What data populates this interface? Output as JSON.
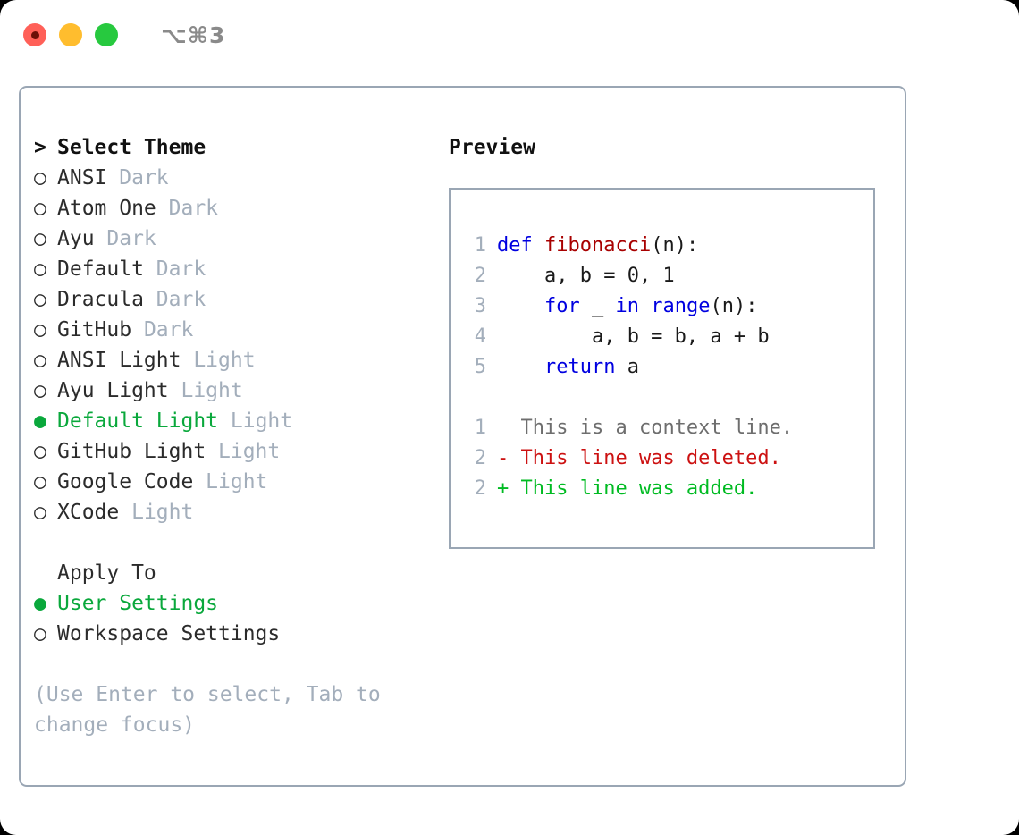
{
  "window": {
    "shortcut": "⌥⌘3",
    "traffic_lights": [
      {
        "name": "close",
        "color": "#ff6058"
      },
      {
        "name": "minimize",
        "color": "#ffbd2e"
      },
      {
        "name": "zoom",
        "color": "#27c93f"
      }
    ]
  },
  "colors": {
    "accent_green": "#0aa83c",
    "muted": "#a3aebb",
    "border": "#9aa6b4",
    "keyword_blue": "#0000e0",
    "function_red": "#a80000",
    "diff_deleted": "#cc1111",
    "diff_added": "#00bb22",
    "diff_context": "#6e6e6e"
  },
  "theme_section": {
    "header_prefix": ">",
    "header": "Select Theme",
    "marker_selected": "●",
    "marker_unselected": "○",
    "items": [
      {
        "name": "ANSI",
        "badge": "Dark",
        "selected": false
      },
      {
        "name": "Atom One",
        "badge": "Dark",
        "selected": false
      },
      {
        "name": "Ayu",
        "badge": "Dark",
        "selected": false
      },
      {
        "name": "Default",
        "badge": "Dark",
        "selected": false
      },
      {
        "name": "Dracula",
        "badge": "Dark",
        "selected": false
      },
      {
        "name": "GitHub",
        "badge": "Dark",
        "selected": false
      },
      {
        "name": "ANSI Light",
        "badge": "Light",
        "selected": false
      },
      {
        "name": "Ayu Light",
        "badge": "Light",
        "selected": false
      },
      {
        "name": "Default Light",
        "badge": "Light",
        "selected": true
      },
      {
        "name": "GitHub Light",
        "badge": "Light",
        "selected": false
      },
      {
        "name": "Google Code",
        "badge": "Light",
        "selected": false
      },
      {
        "name": "XCode",
        "badge": "Light",
        "selected": false
      }
    ]
  },
  "apply_section": {
    "header": "Apply To",
    "items": [
      {
        "name": "User Settings",
        "selected": true
      },
      {
        "name": "Workspace Settings",
        "selected": false
      }
    ]
  },
  "hint": "(Use Enter to select, Tab to change focus)",
  "preview": {
    "title": "Preview",
    "code_lines": [
      {
        "no": "1",
        "tokens": [
          {
            "t": "def ",
            "c": "kw"
          },
          {
            "t": "fibonacci",
            "c": "fn"
          },
          {
            "t": "(n):",
            "c": "plain"
          }
        ]
      },
      {
        "no": "2",
        "tokens": [
          {
            "t": "    a, b = 0, 1",
            "c": "plain"
          }
        ]
      },
      {
        "no": "3",
        "tokens": [
          {
            "t": "    for ",
            "c": "kw"
          },
          {
            "t": "_ ",
            "c": "plain"
          },
          {
            "t": "in ",
            "c": "kw"
          },
          {
            "t": "range",
            "c": "kw"
          },
          {
            "t": "(n):",
            "c": "plain"
          }
        ]
      },
      {
        "no": "4",
        "tokens": [
          {
            "t": "        a, b = b, a + b",
            "c": "plain"
          }
        ]
      },
      {
        "no": "5",
        "tokens": [
          {
            "t": "    return ",
            "c": "kw"
          },
          {
            "t": "a",
            "c": "plain"
          }
        ]
      }
    ],
    "diff_lines": [
      {
        "no": "1",
        "sign": " ",
        "text": "This is a context line.",
        "kind": "ctx"
      },
      {
        "no": "2",
        "sign": "-",
        "text": "This line was deleted.",
        "kind": "del"
      },
      {
        "no": "2",
        "sign": "+",
        "text": "This line was added.",
        "kind": "add"
      }
    ]
  }
}
